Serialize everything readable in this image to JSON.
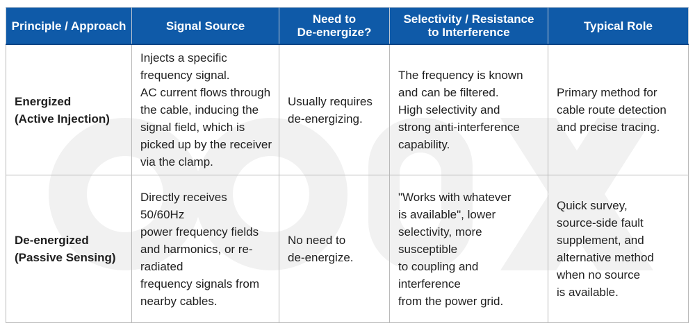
{
  "headers": [
    "Principle / Approach",
    [
      "Signal Source"
    ],
    [
      "Need to",
      "De-energize?"
    ],
    [
      "Selectivity / Resistance",
      "to Interference"
    ],
    [
      "Typical Role"
    ]
  ],
  "rows": [
    {
      "principle": [
        "Energized",
        "(Active Injection)"
      ],
      "signal_source": [
        "Injects a specific",
        "frequency signal.",
        "AC current flows through",
        "the cable, inducing the",
        "signal field, which is",
        "picked up by the receiver",
        "via the clamp."
      ],
      "need_deenergize": [
        "Usually requires",
        "de-energizing."
      ],
      "selectivity": [
        "The frequency is known",
        "and can be filtered.",
        "High selectivity and",
        "strong anti-interference",
        "capability."
      ],
      "typical_role": [
        "Primary method for",
        "cable route detection",
        "and precise tracing."
      ]
    },
    {
      "principle": [
        "De-energized",
        "(Passive Sensing)"
      ],
      "signal_source": [
        "Directly receives 50/60Hz",
        "power frequency fields",
        "and harmonics, or re-radiated",
        "frequency signals from",
        "nearby cables."
      ],
      "need_deenergize": [
        "No need to",
        "de-energize."
      ],
      "selectivity": [
        "\"Works with whatever",
        "is available\", lower",
        "selectivity, more susceptible",
        "to coupling and interference",
        "from the power grid."
      ],
      "typical_role": [
        "Quick survey,",
        "source-side fault",
        "supplement, and",
        "alternative method",
        "when no source",
        "is available."
      ]
    }
  ]
}
